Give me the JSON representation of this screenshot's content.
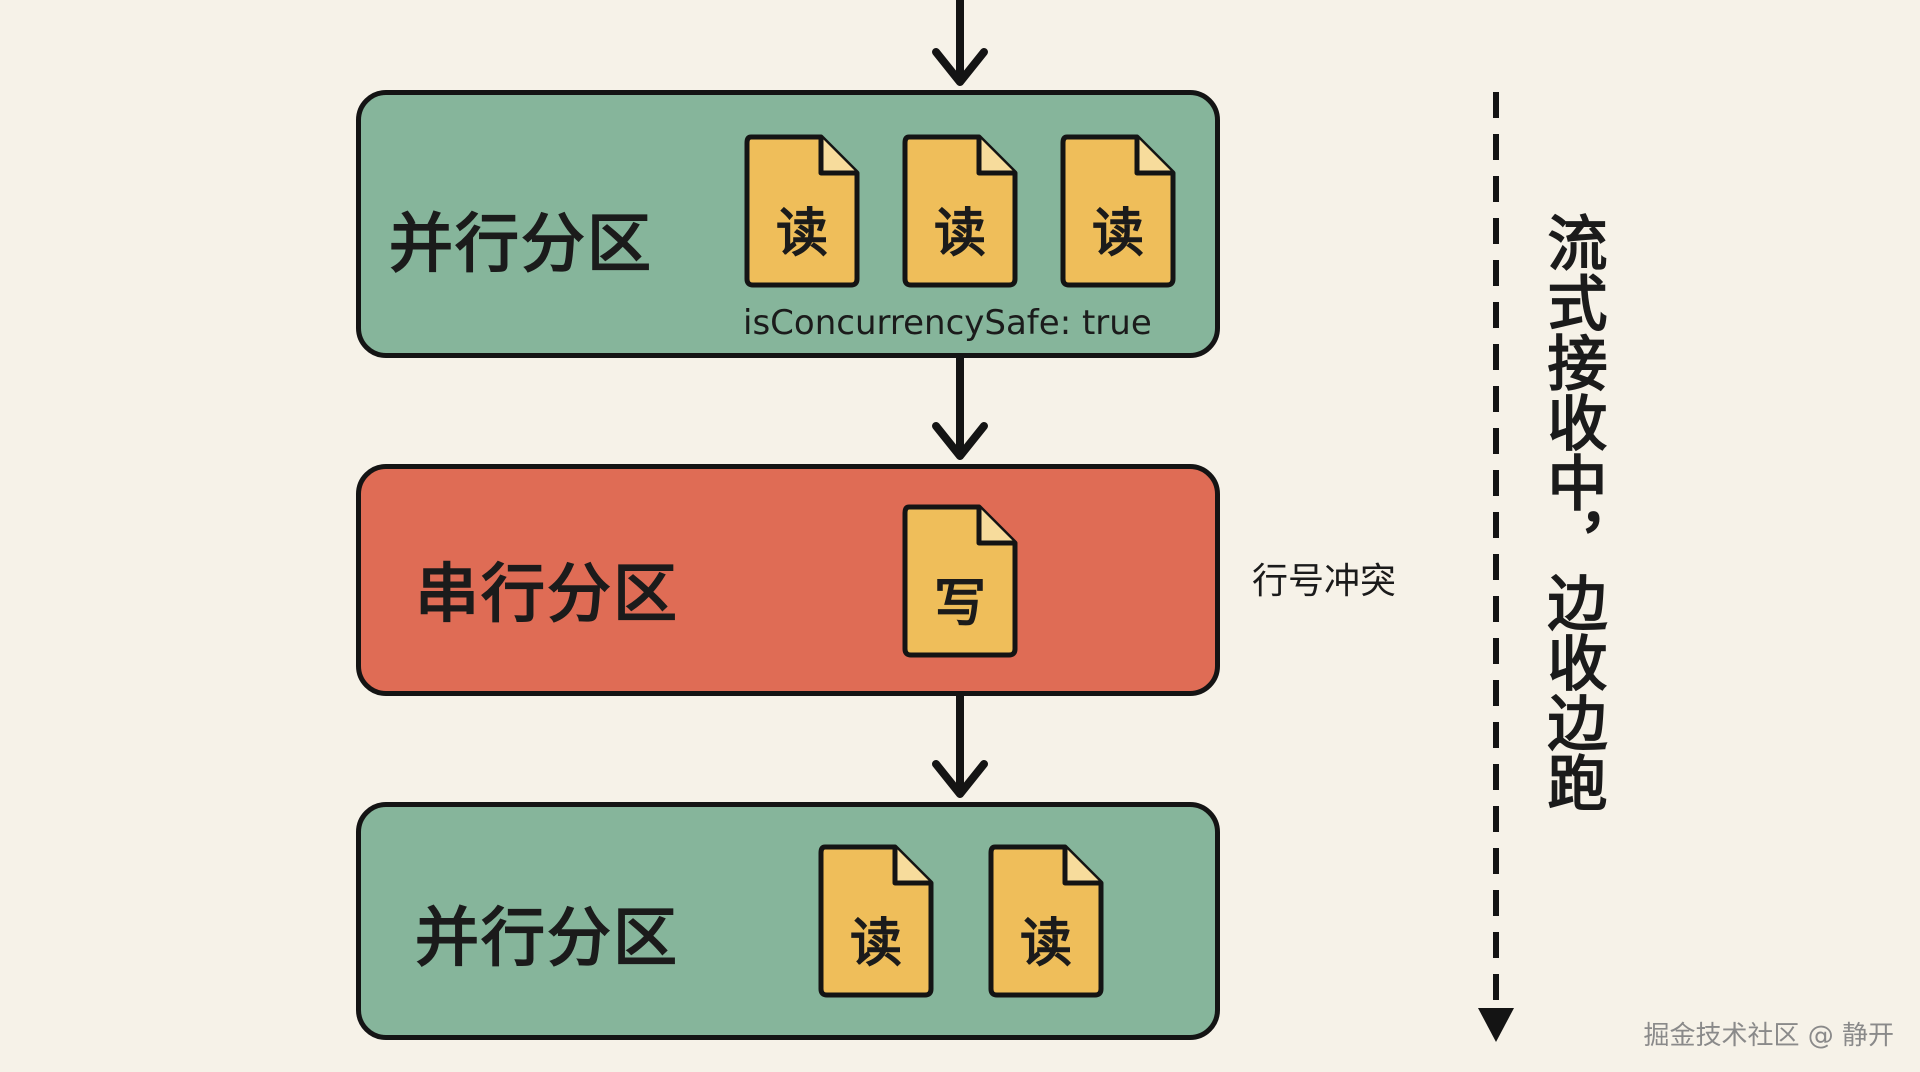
{
  "partitions": [
    {
      "title": "并行分区",
      "kind": "parallel",
      "docs": [
        "读",
        "读",
        "读"
      ],
      "note": "isConcurrencySafe: true"
    },
    {
      "title": "串行分区",
      "kind": "serial",
      "docs": [
        "写"
      ],
      "side_note": "行号冲突"
    },
    {
      "title": "并行分区",
      "kind": "parallel",
      "docs": [
        "读",
        "读"
      ]
    }
  ],
  "stream_label": "流式接收中，边收边跑",
  "watermark": "掘金技术社区 @ 静开",
  "colors": {
    "background": "#f6f2e8",
    "parallel": "#86b59b",
    "serial": "#df6c55",
    "document": "#efbe5a",
    "ink": "#141414"
  },
  "icons": {
    "doc": "document-icon",
    "arrow": "arrow-down-icon"
  }
}
